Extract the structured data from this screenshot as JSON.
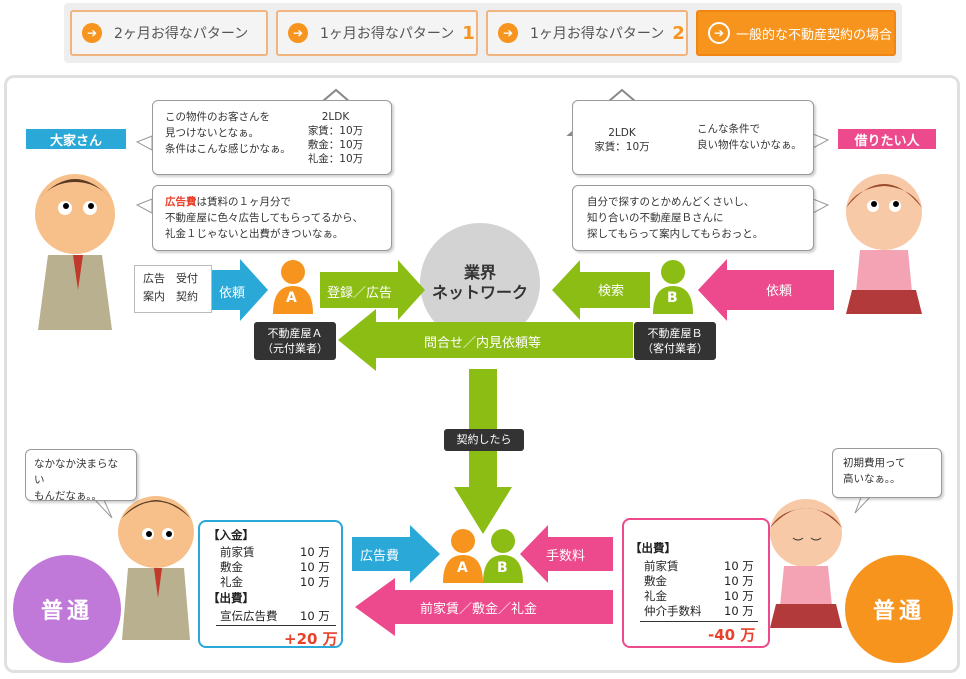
{
  "tabs": [
    {
      "label": "2ヶ月お得なパターン",
      "num": ""
    },
    {
      "label": "1ヶ月お得なパターン",
      "num": "1"
    },
    {
      "label": "1ヶ月お得なパターン",
      "num": "2"
    },
    {
      "label": "一般的な不動産契約の場合",
      "num": ""
    }
  ],
  "landlord": {
    "label": "大家さん",
    "bubble1": [
      "この物件のお客さんを",
      "見つけないとなぁ。",
      "条件はこんな感じかなぁ。"
    ],
    "house": [
      "2LDK",
      "家賃：10万",
      "敷金：10万",
      "礼金：10万"
    ],
    "bubble2_hl": "広告費",
    "bubble2": [
      "は賃料の１ヶ月分で",
      "不動産屋に色々広告してもらってるから、",
      "礼金１じゃないと出費がきついなぁ。"
    ],
    "service": [
      "広告　受付",
      "案内　契約"
    ]
  },
  "tenant": {
    "label": "借りたい人",
    "bubble1": [
      "こんな条件で",
      "良い物件ないかなぁ。"
    ],
    "house": [
      "2LDK",
      "家賃：10万"
    ],
    "bubble2": [
      "自分で探すのとかめんどくさいし、",
      "知り合いの不動産屋Ｂさんに",
      "探してもらって案内してもらおっと。"
    ]
  },
  "network": {
    "line1": "業界",
    "line2": "ネットワーク"
  },
  "agentA": {
    "letter": "A",
    "box": [
      "不動産屋Ａ",
      "（元付業者）"
    ]
  },
  "agentB": {
    "letter": "B",
    "box": [
      "不動産屋Ｂ",
      "（客付業者）"
    ]
  },
  "arrows": {
    "request_left": "依頼",
    "register": "登録／広告",
    "search": "検索",
    "request_right": "依頼",
    "inquiry": "問合せ／内見依頼等",
    "contract": "契約したら",
    "ad_fee": "広告費",
    "commission": "手数料",
    "rent": "前家賃／敷金／礼金"
  },
  "bottom_left": {
    "bubble": [
      "なかなか決まらない",
      "もんだなぁ。。"
    ],
    "income_header": "【入金】",
    "income": [
      [
        "前家賃",
        "10 万"
      ],
      [
        "敷金",
        "10 万"
      ],
      [
        "礼金",
        "10 万"
      ]
    ],
    "expense_header": "【出費】",
    "expense": [
      [
        "宣伝広告費",
        "10 万"
      ]
    ],
    "total": "+20 万",
    "badge": "普通"
  },
  "bottom_right": {
    "bubble": [
      "初期費用って",
      "高いなぁ。。"
    ],
    "expense_header": "【出費】",
    "expense": [
      [
        "前家賃",
        "10 万"
      ],
      [
        "敷金",
        "10 万"
      ],
      [
        "礼金",
        "10 万"
      ],
      [
        "仲介手数料",
        "10 万"
      ]
    ],
    "total": "-40 万",
    "badge": "普通"
  },
  "colors": {
    "green": "#8cbd14",
    "orange": "#f7941d",
    "pink": "#ec4a8c",
    "blue": "#2aa8d8",
    "purple": "#c179d9"
  }
}
